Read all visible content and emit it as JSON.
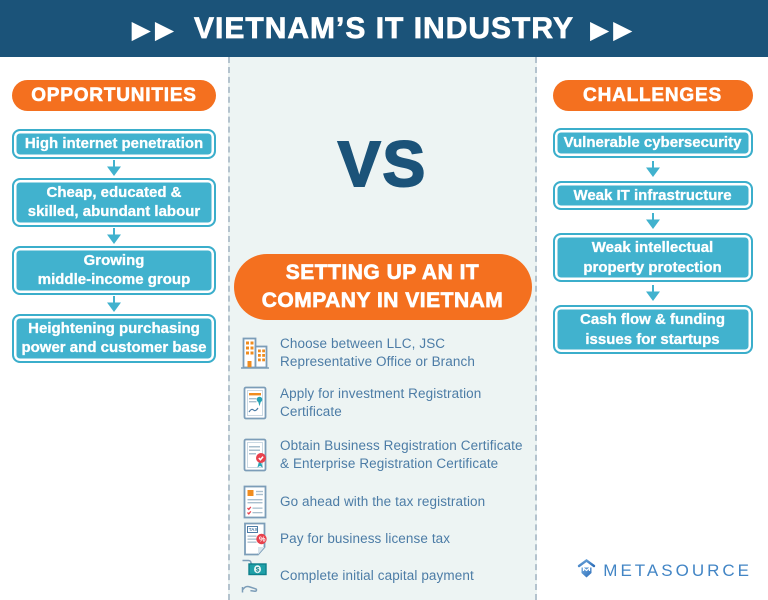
{
  "header": {
    "arrows_left": "▶▶",
    "title": "VIETNAM’S IT INDUSTRY",
    "arrows_right": "▶▶"
  },
  "opportunities": {
    "title": "OPPORTUNITIES",
    "items": [
      "High internet penetration",
      "Cheap, educated &\nskilled, abundant labour",
      "Growing\nmiddle-income group",
      "Heightening purchasing\npower and customer base"
    ]
  },
  "challenges": {
    "title": "CHALLENGES",
    "items": [
      "Vulnerable cybersecurity",
      "Weak IT infrastructure",
      "Weak intellectual\nproperty protection",
      "Cash flow & funding\nissues for startups"
    ]
  },
  "center": {
    "vs_label": "VS",
    "heading": "SETTING UP AN IT\nCOMPANY IN VIETNAM",
    "steps": [
      {
        "icon": "building-icon",
        "text": "Choose between LLC, JSC\nRepresentative Office or Branch"
      },
      {
        "icon": "investment-certificate-icon",
        "text": "Apply for investment Registration\nCertificate"
      },
      {
        "icon": "business-certificate-icon",
        "text": "Obtain Business Registration Certificate\n& Enterprise Registration Certificate"
      },
      {
        "icon": "tax-registration-icon",
        "text": "Go ahead with the tax registration"
      },
      {
        "icon": "license-tax-icon",
        "text": "Pay for business license tax"
      },
      {
        "icon": "capital-payment-icon",
        "text": "Complete initial capital payment"
      }
    ]
  },
  "logo": {
    "icon": "metasource-house-icon",
    "text": "METASOURCE"
  },
  "colors": {
    "navy": "#1B5379",
    "orange": "#F4701F",
    "teal_box": "#41B2CE",
    "strip_background": "#EDF4F3",
    "dashed_border": "#B4C3CE",
    "step_text": "#4C7CA6",
    "icon_outline": "#7C9DB8",
    "badge_red": "#E8414D",
    "logo_blue": "#4285C5"
  }
}
